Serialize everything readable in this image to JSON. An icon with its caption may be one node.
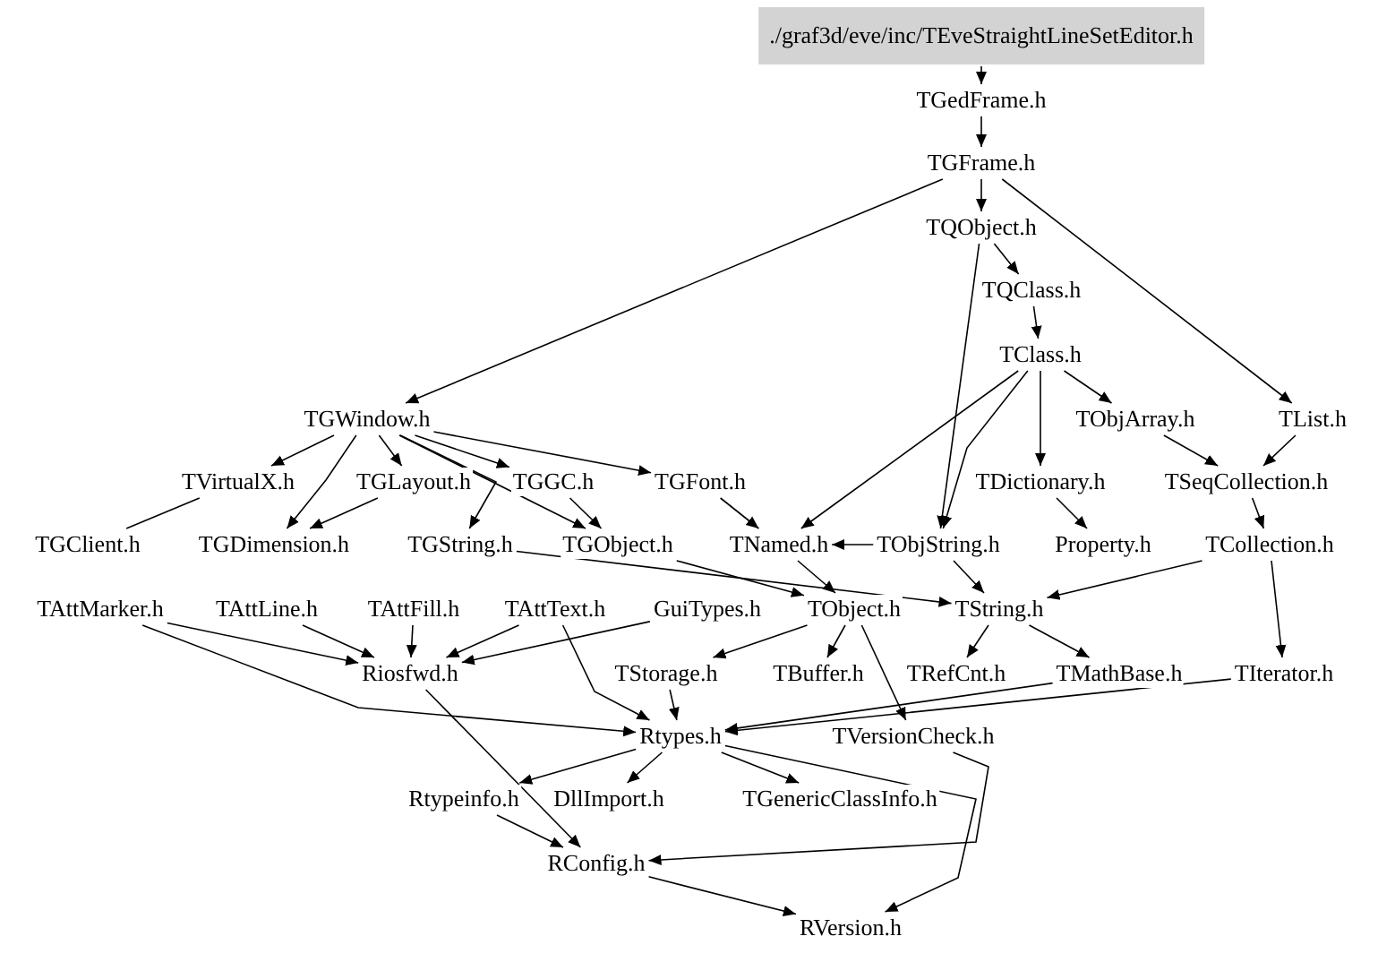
{
  "diagram": {
    "nodes": [
      {
        "text": [
          "./graf3d/eve/inc/TEveStraightLineSetEditor.h"
        ]
      },
      {
        "text": [
          "TGedFrame.h"
        ]
      },
      {
        "text": [
          "TGFrame.h"
        ]
      },
      {
        "text": [
          "TQObject.h"
        ]
      },
      {
        "text": [
          "TQClass.h"
        ]
      },
      {
        "text": [
          "TClass.h"
        ]
      },
      {
        "text": [
          "TGWindow.h"
        ]
      },
      {
        "text": [
          "TObjArray.h"
        ]
      },
      {
        "text": [
          "TList.h"
        ]
      },
      {
        "text": [
          "TVirtualX.h"
        ]
      },
      {
        "text": [
          "TGLayout.h"
        ]
      },
      {
        "text": [
          "TGGC.h"
        ]
      },
      {
        "text": [
          "TGFont.h"
        ]
      },
      {
        "text": [
          "TDictionary.h"
        ]
      },
      {
        "text": [
          "TSeqCollection.h"
        ]
      },
      {
        "text": [
          "TGClient.h"
        ]
      },
      {
        "text": [
          "TGDimension.h"
        ]
      },
      {
        "text": [
          "TGString.h"
        ]
      },
      {
        "text": [
          "TGObject.h"
        ]
      },
      {
        "text": [
          "TNamed.h"
        ]
      },
      {
        "text": [
          "TObjString.h"
        ]
      },
      {
        "text": [
          "Property.h"
        ]
      },
      {
        "text": [
          "TCollection.h"
        ]
      },
      {
        "text": [
          "TAttMarker.h"
        ]
      },
      {
        "text": [
          "TAttLine.h"
        ]
      },
      {
        "text": [
          "TAttFill.h"
        ]
      },
      {
        "text": [
          "TAttText.h"
        ]
      },
      {
        "text": [
          "GuiTypes.h"
        ]
      },
      {
        "text": [
          "TObject.h"
        ]
      },
      {
        "text": [
          "TString.h"
        ]
      },
      {
        "text": [
          "Riosfwd.h"
        ]
      },
      {
        "text": [
          "TStorage.h"
        ]
      },
      {
        "text": [
          "TBuffer.h"
        ]
      },
      {
        "text": [
          "TRefCnt.h"
        ]
      },
      {
        "text": [
          "TMathBase.h"
        ]
      },
      {
        "text": [
          "TIterator.h"
        ]
      },
      {
        "text": [
          "Rtypes.h"
        ]
      },
      {
        "text": [
          "TVersionCheck.h"
        ]
      },
      {
        "text": [
          "Rtypeinfo.h"
        ]
      },
      {
        "text": [
          "DllImport.h"
        ]
      },
      {
        "text": [
          "TGenericClassInfo.h"
        ]
      },
      {
        "text": [
          "RConfig.h"
        ]
      },
      {
        "text": [
          "RVersion.h"
        ]
      }
    ],
    "edges": [
      {
        "from": 0,
        "to": 1,
        "arrow": "to"
      },
      {
        "from": 1,
        "to": 2,
        "arrow": "to"
      },
      {
        "from": 2,
        "to": 3,
        "arrow": "to"
      },
      {
        "from": 2,
        "to": 6,
        "arrow": "to"
      },
      {
        "from": 2,
        "to": 8,
        "arrow": "to"
      },
      {
        "from": 3,
        "to": 4,
        "arrow": "to"
      },
      {
        "from": 3,
        "to": 20,
        "arrow": "to"
      },
      {
        "from": 4,
        "to": 5,
        "arrow": "to"
      },
      {
        "from": 5,
        "to": 7,
        "arrow": "to"
      },
      {
        "from": 5,
        "to": 13,
        "arrow": "to"
      },
      {
        "from": 5,
        "to": 19,
        "arrow": "to"
      },
      {
        "from": 5,
        "to": 20,
        "arrow": "to"
      },
      {
        "from": 6,
        "to": 9,
        "arrow": "to"
      },
      {
        "from": 6,
        "to": 10,
        "arrow": "to"
      },
      {
        "from": 6,
        "to": 11,
        "arrow": "to"
      },
      {
        "from": 6,
        "to": 12,
        "arrow": "to"
      },
      {
        "from": 6,
        "to": 16,
        "arrow": "to"
      },
      {
        "from": 6,
        "to": 17,
        "arrow": "to"
      },
      {
        "from": 6,
        "to": 18,
        "arrow": "to"
      },
      {
        "from": 7,
        "to": 14,
        "arrow": "to"
      },
      {
        "from": 8,
        "to": 14,
        "arrow": "to"
      },
      {
        "from": 9,
        "to": 15,
        "arrow": "none"
      },
      {
        "from": 10,
        "to": 16,
        "arrow": "to"
      },
      {
        "from": 11,
        "to": 18,
        "arrow": "to"
      },
      {
        "from": 12,
        "to": 19,
        "arrow": "to"
      },
      {
        "from": 13,
        "to": 21,
        "arrow": "to"
      },
      {
        "from": 14,
        "to": 22,
        "arrow": "to"
      },
      {
        "from": 22,
        "to": 29,
        "arrow": "to"
      },
      {
        "from": 22,
        "to": 35,
        "arrow": "to"
      },
      {
        "from": 20,
        "to": 19,
        "arrow": "to"
      },
      {
        "from": 20,
        "to": 29,
        "arrow": "to"
      },
      {
        "from": 19,
        "to": 28,
        "arrow": "to"
      },
      {
        "from": 18,
        "to": 28,
        "arrow": "to"
      },
      {
        "from": 17,
        "to": 29,
        "arrow": "to"
      },
      {
        "from": 23,
        "to": 30,
        "arrow": "to"
      },
      {
        "from": 23,
        "to": 36,
        "arrow": "to"
      },
      {
        "from": 24,
        "to": 30,
        "arrow": "to"
      },
      {
        "from": 25,
        "to": 30,
        "arrow": "to"
      },
      {
        "from": 26,
        "to": 30,
        "arrow": "to"
      },
      {
        "from": 26,
        "to": 36,
        "arrow": "to"
      },
      {
        "from": 27,
        "to": 30,
        "arrow": "to"
      },
      {
        "from": 28,
        "to": 31,
        "arrow": "to"
      },
      {
        "from": 28,
        "to": 32,
        "arrow": "to"
      },
      {
        "from": 28,
        "to": 37,
        "arrow": "to"
      },
      {
        "from": 29,
        "to": 33,
        "arrow": "to"
      },
      {
        "from": 29,
        "to": 34,
        "arrow": "to"
      },
      {
        "from": 31,
        "to": 36,
        "arrow": "to"
      },
      {
        "from": 34,
        "to": 36,
        "arrow": "to"
      },
      {
        "from": 35,
        "to": 36,
        "arrow": "to"
      },
      {
        "from": 36,
        "to": 38,
        "arrow": "to"
      },
      {
        "from": 36,
        "to": 39,
        "arrow": "to"
      },
      {
        "from": 36,
        "to": 40,
        "arrow": "to"
      },
      {
        "from": 36,
        "to": 42,
        "arrow": "to"
      },
      {
        "from": 38,
        "to": 41,
        "arrow": "to"
      },
      {
        "from": 30,
        "to": 41,
        "arrow": "to"
      },
      {
        "from": 37,
        "to": 41,
        "arrow": "to"
      },
      {
        "from": 41,
        "to": 42,
        "arrow": "to"
      }
    ]
  }
}
